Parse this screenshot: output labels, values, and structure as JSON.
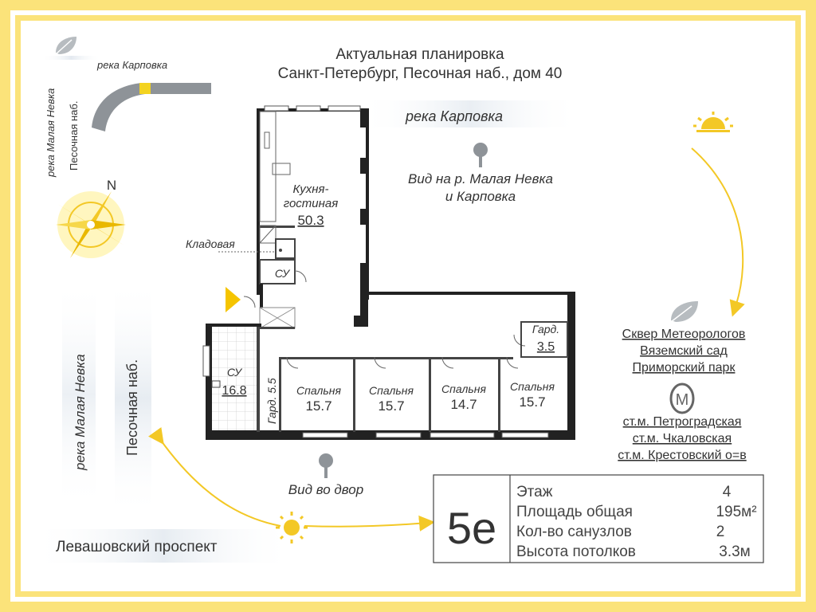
{
  "header": {
    "line1": "Актуальная планировка",
    "line2": "Санкт-Петербург, Песочная наб., дом 40"
  },
  "minimap": {
    "river_top": "река  Карповка",
    "river_left": "река  Малая Невка",
    "embankment": "Песочная наб."
  },
  "compass": {
    "north": "N"
  },
  "river_karpovka": "река  Карповка",
  "view_top": {
    "line1": "Вид на р. Малая Невка",
    "line2": "и Карповка"
  },
  "view_yard": "Вид во двор",
  "side_labels": {
    "river_nevka": "река  Малая Невка",
    "embankment": "Песочная наб.",
    "prospect": "Левашовский проспект"
  },
  "rooms": {
    "kitchen_name1": "Кухня-",
    "kitchen_name2": "гостиная",
    "kitchen_area": "50.3",
    "storage": "Кладовая",
    "wc_small": "СУ",
    "wc_big": "СУ",
    "wc_big_area": "16.8",
    "gard_vertical": "Гард. 5.5",
    "gard_top_name": "Гард.",
    "gard_top_area": "3.5",
    "bedroom_name": "Спальня",
    "bed1_area": "15.7",
    "bed2_area": "15.7",
    "bed3_area": "14.7",
    "bed4_area": "15.7"
  },
  "amenities": {
    "parks": [
      "Сквер Метеорологов",
      "Вяземский сад",
      "Приморский парк"
    ],
    "metro_symbol": "M",
    "stations": [
      "ст.м. Петроградская",
      "ст.м. Чкаловская",
      "ст.м. Крестовский о=в"
    ]
  },
  "info": {
    "unit": "5е",
    "rows": [
      {
        "label": "Этаж",
        "value": "4"
      },
      {
        "label": "Площадь общая",
        "value": "195м²"
      },
      {
        "label": "Кол-во санузлов",
        "value": "2"
      },
      {
        "label": "Высота потолков",
        "value": "3.3м"
      }
    ]
  },
  "colors": {
    "frame": "#fbe37a",
    "sun": "#f3c826",
    "entrance": "#f5c400",
    "wall": "#222222",
    "text": "#333333"
  }
}
